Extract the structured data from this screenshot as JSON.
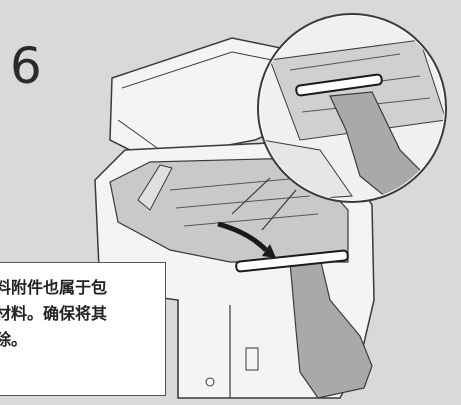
{
  "step": {
    "number": "6"
  },
  "illustration": {
    "subject": "printer-with-open-scanner",
    "colors": {
      "background": "#d9d9d9",
      "outline": "#3a3a3a",
      "printer_fill": "#f4f4f4",
      "packing_material": "#a9a9a9",
      "arrow": "#1a1a1a"
    }
  },
  "callout": {
    "lines": [
      "料附件也属于包",
      "材料。确保将其",
      "除。"
    ]
  }
}
